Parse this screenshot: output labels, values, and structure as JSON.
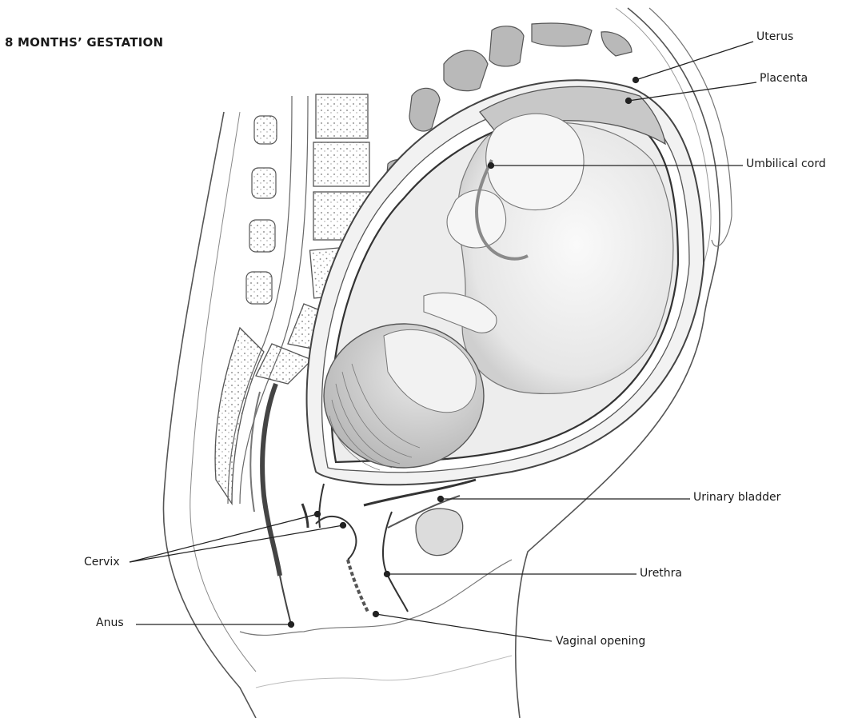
{
  "title": "8 MONTHS’ GESTATION",
  "labels": {
    "uterus": "Uterus",
    "placenta": "Placenta",
    "umbilical_cord": "Umbilical cord",
    "urinary_bladder": "Urinary bladder",
    "urethra": "Urethra",
    "vaginal_opening": "Vaginal opening",
    "cervix": "Cervix",
    "anus": "Anus"
  }
}
